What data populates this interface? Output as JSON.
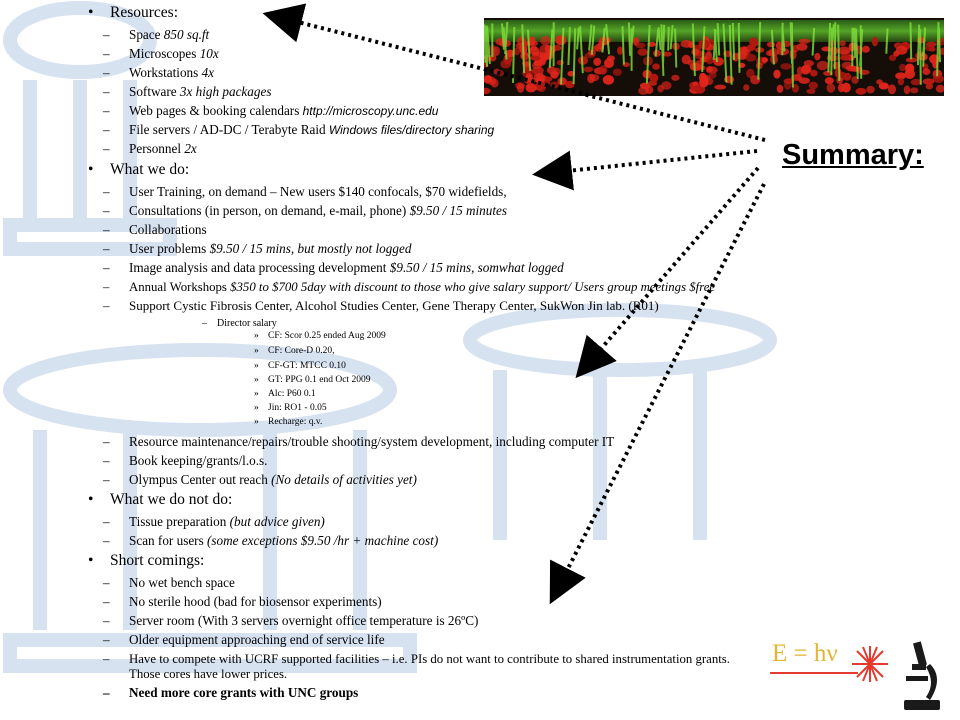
{
  "title": "Summary:",
  "formula": "E = hν",
  "icons": {
    "microscopy_image": "fluorescence-micrograph",
    "microscope": "microscope-icon",
    "laser": "starburst-icon",
    "background": "building-watermark"
  },
  "colors": {
    "arrow": "#000000",
    "laser": "#e33b2f",
    "formula": "#e3b534"
  },
  "sections": [
    {
      "label": "Resources:",
      "items": [
        {
          "text": "Space",
          "note": "850 sq.ft"
        },
        {
          "text": "Microscopes",
          "note": "10x"
        },
        {
          "text": "Workstations",
          "note": "4x"
        },
        {
          "text": "Software",
          "note": "3x high packages"
        },
        {
          "text": "Web pages & booking calendars",
          "note": "http://microscopy.unc.edu"
        },
        {
          "text": "File servers / AD-DC / Terabyte Raid",
          "note": "Windows files/directory  sharing"
        },
        {
          "text": "Personnel",
          "note": "2x"
        }
      ]
    },
    {
      "label": "What we do:",
      "items": [
        {
          "text": "User Training, on demand – New users   $140 confocals, $70 widefields,",
          "note": ""
        },
        {
          "text": "Consultations (in person, on demand, e-mail, phone)",
          "note": "$9.50 / 15 minutes"
        },
        {
          "text": "Collaborations",
          "note": ""
        },
        {
          "text": "User problems",
          "note": "$9.50 / 15 mins, but mostly not logged"
        },
        {
          "text": "Image analysis and data processing development",
          "note": "$9.50 / 15 mins, somwhat logged"
        },
        {
          "text": "Annual Workshops",
          "note": "$350 to $700 5day with discount to those who give salary support/  Users group meetings $free"
        },
        {
          "text": "Support Cystic Fibrosis Center, Alcohol Studies Center, Gene Therapy Center, SukWon Jin lab. (R01)",
          "note": ""
        }
      ],
      "sub": {
        "label": "Director salary",
        "items": [
          "CF: Scor  0.25  ended Aug 2009",
          "CF: Core-D  0.20,",
          "CF-GT: MTCC 0.10",
          "GT: PPG  0.1  end Oct 2009",
          "Alc: P60  0.1",
          "Jin: RO1 -  0.05",
          "Recharge: q.v."
        ]
      },
      "items_after": [
        {
          "text": "Resource maintenance/repairs/trouble  shooting/system development, including computer IT",
          "note": ""
        },
        {
          "text": "Book keeping/grants/l.o.s.",
          "note": ""
        },
        {
          "text": "Olympus Center out reach",
          "note": "(No details  of activities  yet)"
        }
      ]
    },
    {
      "label": "What we do not do:",
      "items": [
        {
          "text": "Tissue preparation",
          "note": "(but advice given)"
        },
        {
          "text": "Scan for users",
          "note": "(some exceptions  $9.50 /hr + machine cost)"
        }
      ]
    },
    {
      "label": "Short comings:",
      "items": [
        {
          "text": "No wet bench space",
          "note": ""
        },
        {
          "text": "No sterile hood (bad for biosensor experiments)",
          "note": ""
        },
        {
          "text": "Server room (With 3 servers overnight office temperature is 26ºC)",
          "note": ""
        },
        {
          "text": "Older equipment approaching  end of service life",
          "note": ""
        },
        {
          "text": "Have to compete with UCRF supported facilities – i.e. PIs do not want to contribute to shared instrumentation grants.",
          "text2": "Those cores have lower prices.",
          "note": ""
        },
        {
          "text": "Need more core grants with UNC groups",
          "note": "",
          "bold": true
        }
      ]
    }
  ]
}
